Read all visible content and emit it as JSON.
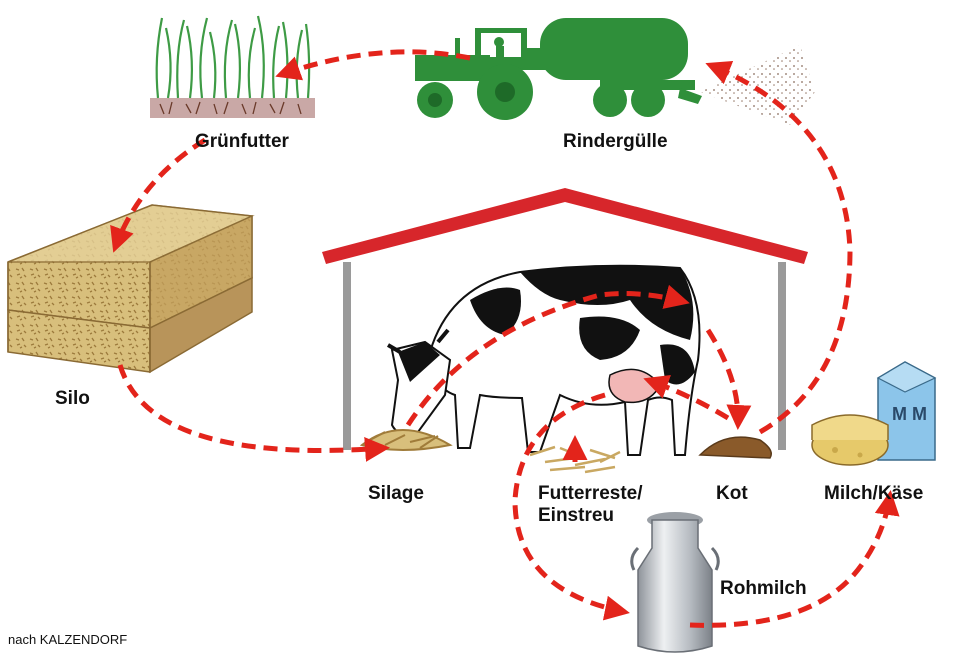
{
  "labels": {
    "gruenfutter": "Grünfutter",
    "rinderguelle": "Rindergülle",
    "silo": "Silo",
    "silage": "Silage",
    "futterreste_line1": "Futterreste/",
    "futterreste_line2": "Einstreu",
    "kot": "Kot",
    "milch_kaese": "Milch/Käse",
    "rohmilch": "Rohmilch"
  },
  "credit": "nach KALZENDORF",
  "icons": {
    "grass": "grass-icon",
    "tractor": "tractor-with-tank-icon",
    "silo": "silo-block-icon",
    "barn": "barn-roof-icon",
    "cow": "cow-icon",
    "milk_can": "milk-can-icon",
    "dairy": "cheese-and-milk-carton-icon"
  },
  "colors": {
    "arrow": "#e3241b",
    "roof": "#d7262b",
    "tractor": "#2f8f3a",
    "silo": "#c9a862",
    "text": "#111111"
  }
}
